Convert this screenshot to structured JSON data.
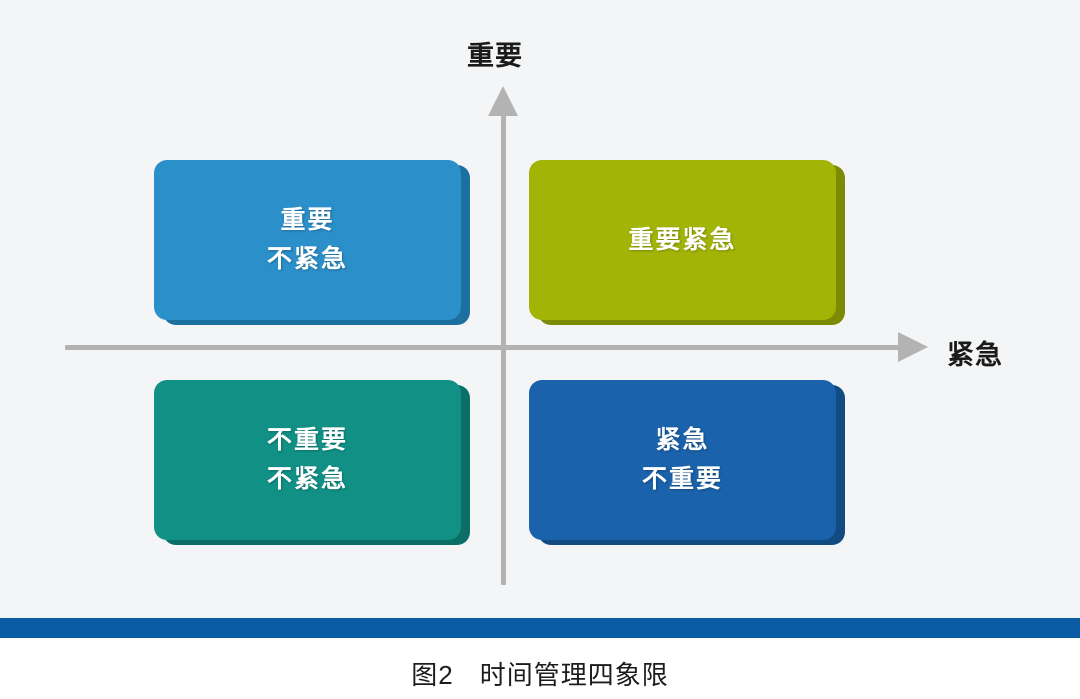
{
  "figure": {
    "background_color": "#f4f5f6",
    "axis_color": "#b3b3b3",
    "rule_color": "#0a5ca5",
    "axes": {
      "vertical_label": "重要",
      "horizontal_label": "紧急"
    },
    "quadrants": [
      {
        "id": "top-left",
        "position": "upper-left",
        "color": "#2b8fc9",
        "bevel_color": "#1c6f9e",
        "lines": [
          "重要",
          "不紧急"
        ]
      },
      {
        "id": "top-right",
        "position": "upper-right",
        "color": "#a2b405",
        "bevel_color": "#7c8a04",
        "lines": [
          "重要紧急"
        ]
      },
      {
        "id": "bottom-left",
        "position": "lower-left",
        "color": "#119186",
        "bevel_color": "#0b6f67",
        "lines": [
          "不重要",
          "不紧急"
        ]
      },
      {
        "id": "bottom-right",
        "position": "lower-right",
        "color": "#1a62ab",
        "bevel_color": "#124a82",
        "lines": [
          "紧急",
          "不重要"
        ]
      }
    ],
    "caption": {
      "number": "图2",
      "title": "时间管理四象限"
    }
  }
}
